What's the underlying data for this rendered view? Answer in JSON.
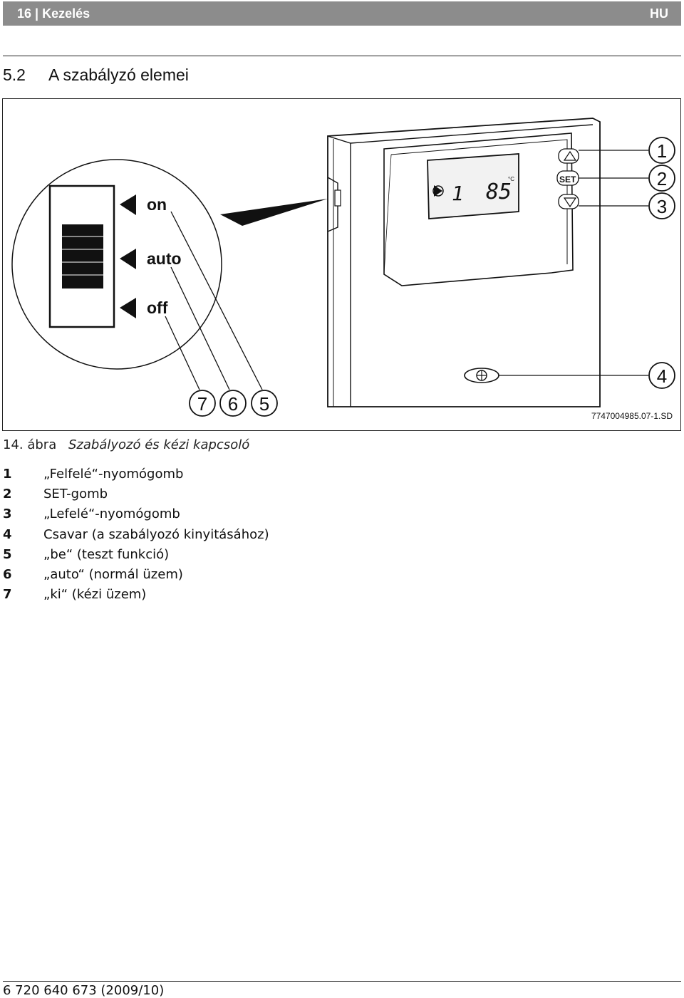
{
  "header": {
    "page_number": "16",
    "separator": "|",
    "section": "Kezelés",
    "language": "HU"
  },
  "section_heading": {
    "number": "5.2",
    "title": "A szabályzó elemei"
  },
  "figure": {
    "switch_labels": {
      "on": "on",
      "auto": "auto",
      "off": "off"
    },
    "display_readout": {
      "channel": "1",
      "value": "85",
      "unit": "°C"
    },
    "set_button_label": "SET",
    "callouts": [
      "1",
      "2",
      "3",
      "4",
      "7",
      "6",
      "5"
    ],
    "reference_code": "7747004985.07-1.SD"
  },
  "caption": {
    "number": "14. ábra",
    "text": "Szabályozó és kézi kapcsoló"
  },
  "legend": [
    {
      "n": "1",
      "text": "„Felfelé“-nyomógomb"
    },
    {
      "n": "2",
      "text": "SET-gomb"
    },
    {
      "n": "3",
      "text": "„Lefelé“-nyomógomb"
    },
    {
      "n": "4",
      "text": "Csavar (a szabályozó kinyitásához)"
    },
    {
      "n": "5",
      "text": "„be“ (teszt funkció)"
    },
    {
      "n": "6",
      "text": "„auto“ (normál üzem)"
    },
    {
      "n": "7",
      "text": "„ki“ (kézi üzem)"
    }
  ],
  "footer": {
    "doc_number": "6 720 640 673 (2009/10)"
  }
}
